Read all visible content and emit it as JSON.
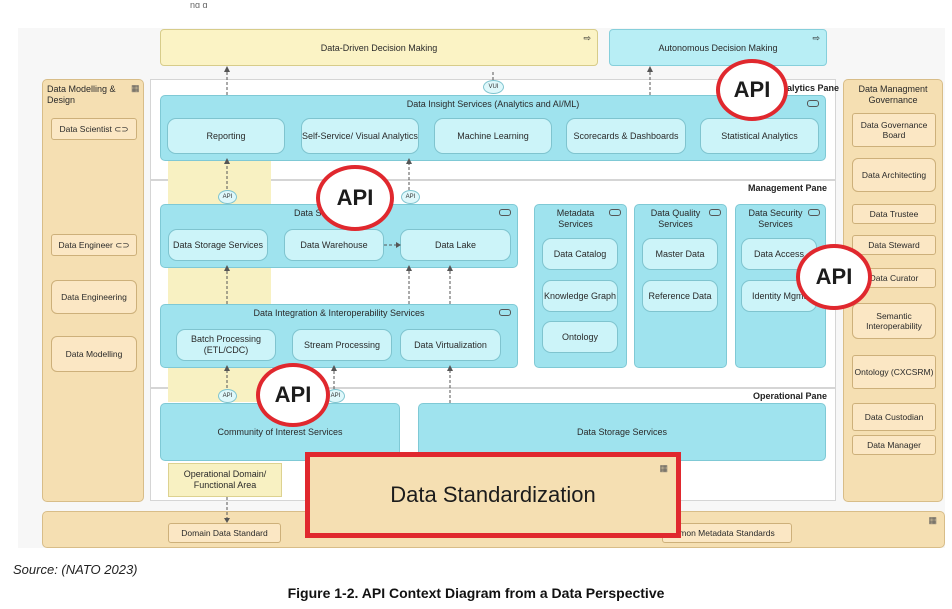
{
  "top_text": "ng g",
  "top_boxes": {
    "decision_making": "Data-Driven Decision Making",
    "autonomous": "Autonomous Decision Making"
  },
  "panes": {
    "analytics": "Analytics Pane",
    "management": "Management Pane",
    "operational": "Operational Pane"
  },
  "vui": "VUI",
  "insight": {
    "title": "Data Insight Services (Analytics and AI/ML)",
    "items": [
      "Reporting",
      "Self-Service/ Visual Analytics",
      "Machine Learning",
      "Scorecards & Dashboards",
      "Statistical Analytics"
    ]
  },
  "storage": {
    "title": "Data Storage Services",
    "items": [
      "Data Storage Services",
      "Data Warehouse",
      "Data Lake"
    ]
  },
  "metadata": {
    "title": "Metadata Services",
    "items": [
      "Data Catalog",
      "Knowledge Graph",
      "Ontology"
    ]
  },
  "quality": {
    "title": "Data Quality Services",
    "items": [
      "Master Data",
      "Reference Data"
    ]
  },
  "security": {
    "title": "Data Security Services",
    "items": [
      "Data Access",
      "Identity Mgmt"
    ]
  },
  "integration": {
    "title": "Data Integration & Interoperability Services",
    "items": [
      "Batch Processing (ETL/CDC)",
      "Stream Processing",
      "Data Virtualization"
    ]
  },
  "operational": {
    "community": "Community of Interest Services",
    "storage": "Data Storage Services",
    "domain": "Operational Domain/ Functional Area"
  },
  "left_column": {
    "title": "Data Modelling & Design",
    "items": [
      "Data Scientist",
      "Data Engineer",
      "Data Engineering",
      "Data Modelling"
    ]
  },
  "right_column": {
    "title": "Data Managment Governance",
    "items": [
      "Data Governance Board",
      "Data Architecting",
      "Data Trustee",
      "Data Steward",
      "Data Curator",
      "Semantic Interoperability",
      "Ontology (CXCSRM)",
      "Data Custodian",
      "Data Manager"
    ]
  },
  "bottom": {
    "domain_standard": "Domain Data Standard",
    "common_metadata": "mon Metadata Standards",
    "standardization": "Data Standardization"
  },
  "api_label": "API",
  "small_api_label": "API",
  "source": "Source: (NATO 2023)",
  "caption": "Figure 1-2. API Context Diagram from a Data Perspective"
}
